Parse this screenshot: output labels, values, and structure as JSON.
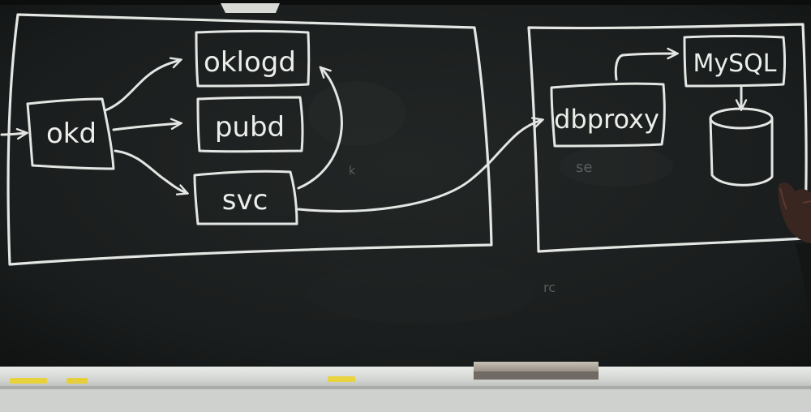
{
  "board": {
    "left_panel": {
      "boxes": {
        "okd": "okd",
        "oklogd": "oklogd",
        "pubd": "pubd",
        "svc": "svc"
      }
    },
    "right_panel": {
      "boxes": {
        "dbproxy": "dbproxy",
        "mysql": "MySQL"
      }
    }
  },
  "colors": {
    "chalkboard": "#1a1c1c",
    "chalk": "#e4e6e3",
    "chalk_tray": "#d9dbd8",
    "eraser": "#b4ada4",
    "yellow_chalk": "#e8d23c"
  }
}
